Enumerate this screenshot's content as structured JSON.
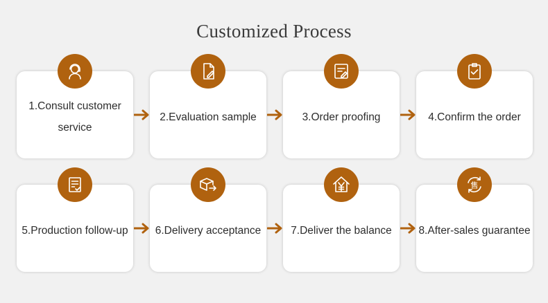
{
  "title": "Customized Process",
  "colors": {
    "accent": "#b0620f",
    "arrow": "#b0620f",
    "card": "#ffffff",
    "background": "#f1f1f1"
  },
  "steps": [
    {
      "label": "1.Consult customer service",
      "icon": "headset-agent-icon"
    },
    {
      "label": "2.Evaluation sample",
      "icon": "document-pen-icon"
    },
    {
      "label": "3.Order proofing",
      "icon": "form-edit-icon"
    },
    {
      "label": "4.Confirm the order",
      "icon": "clipboard-check-icon"
    },
    {
      "label": "5.Production follow-up",
      "icon": "checklist-icon"
    },
    {
      "label": "6.Delivery acceptance",
      "icon": "package-delivery-icon"
    },
    {
      "label": "7.Deliver the balance",
      "icon": "house-yen-icon"
    },
    {
      "label": "8.After-sales guarantee",
      "icon": "after-sales-cycle-icon"
    }
  ],
  "after_sales_glyph": "售"
}
